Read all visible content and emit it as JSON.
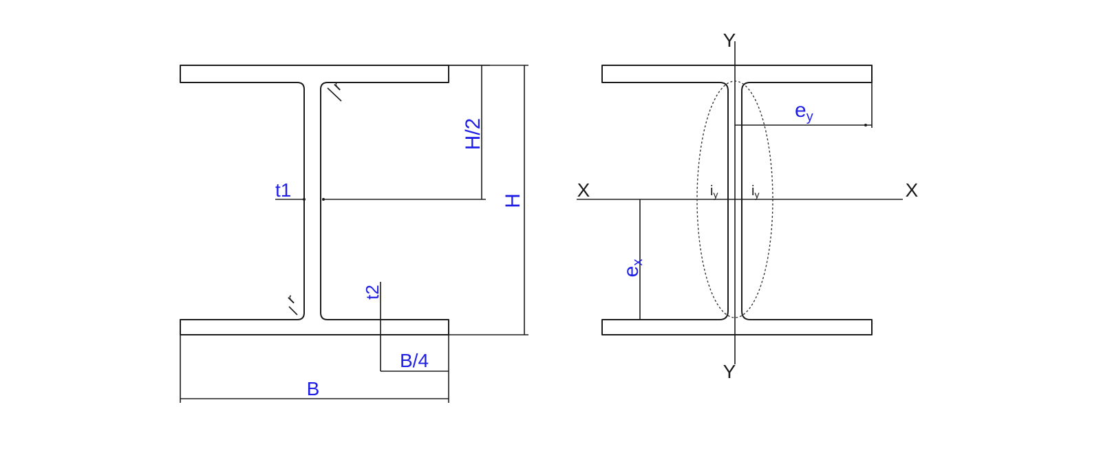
{
  "colors": {
    "label": "#1e1ee6",
    "line": "#1a1a1a"
  },
  "left_section": {
    "labels": {
      "height": "H",
      "half_height": "H/2",
      "web_thickness": "t1",
      "flange_thickness": "t2",
      "width": "B",
      "quarter_width": "B/4",
      "root_radius_top": "r",
      "root_radius_bottom": "r"
    }
  },
  "right_section": {
    "labels": {
      "axis_x_left": "X",
      "axis_x_right": "X",
      "axis_y_top": "Y",
      "axis_y_bottom": "Y",
      "eccentricity_y_base": "e",
      "eccentricity_y_sub": "y",
      "eccentricity_x_base": "e",
      "eccentricity_x_sub": "x",
      "gyration_left_base": "i",
      "gyration_left_sub": "y",
      "gyration_right_base": "i",
      "gyration_right_sub": "y"
    }
  }
}
